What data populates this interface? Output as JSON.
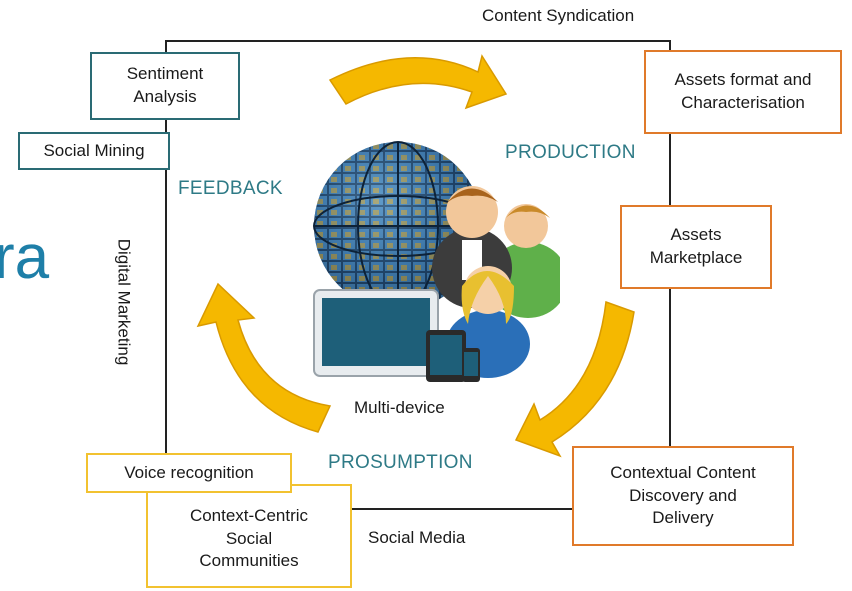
{
  "edges": {
    "top": "Content Syndication",
    "bottom": "Social Media",
    "left": "Digital Marketing"
  },
  "phases": {
    "production": "PRODUCTION",
    "feedback": "FEEDBACK",
    "prosumption": "PROSUMPTION"
  },
  "boxes": {
    "sentiment": "Sentiment\nAnalysis",
    "social_mining": "Social Mining",
    "assets_format": "Assets format and\nCharacterisation",
    "assets_marketplace": "Assets\nMarketplace",
    "contextual": "Contextual Content\nDiscovery and\nDelivery",
    "voice": "Voice recognition",
    "communities": "Context-Centric\nSocial\nCommunities"
  },
  "center_label": "Multi-device",
  "partial_title": "ra",
  "colors": {
    "teal": "#2a6b74",
    "orange": "#e07a2a",
    "yellow": "#f2c230",
    "arrow": "#f5b800",
    "phase_text": "#2e7a86"
  }
}
